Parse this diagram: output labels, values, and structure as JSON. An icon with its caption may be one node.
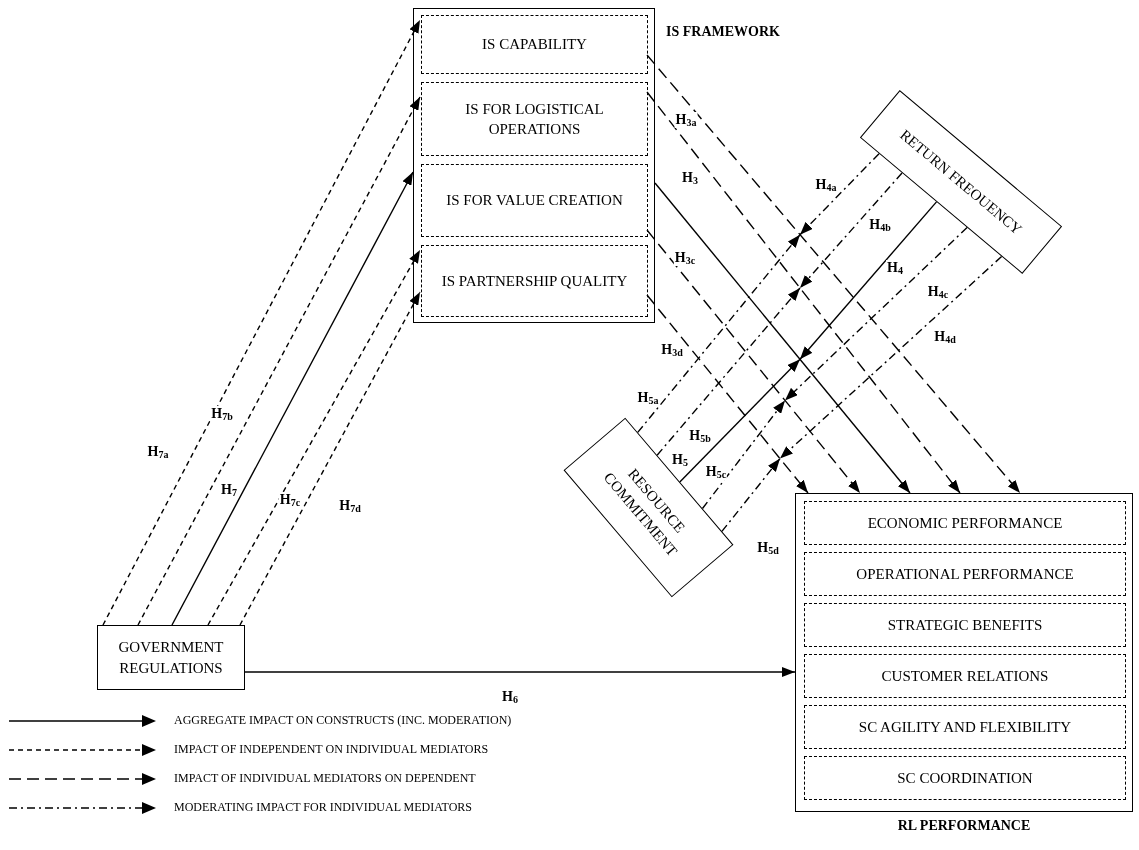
{
  "diagram": {
    "nodes": [
      {
        "text": [
          "IS FRAMEWORK"
        ]
      },
      {
        "text": [
          "IS CAPABILITY"
        ],
        "in": 0
      },
      {
        "text": [
          "IS FOR LOGISTICAL OPERATIONS"
        ],
        "in": 0
      },
      {
        "text": [
          "IS FOR VALUE CREATION"
        ],
        "in": 0
      },
      {
        "text": [
          "IS PARTNERSHIP QUALITY"
        ],
        "in": 0
      },
      {
        "text": [
          "RETURN FREOUENCY"
        ]
      },
      {
        "text": [
          "RESOURCE COMMITMENT"
        ]
      },
      {
        "text": [
          "GOVERNMENT REGULATIONS"
        ]
      },
      {
        "text": [
          "RL PERFORMANCE"
        ]
      },
      {
        "text": [
          "ECONOMIC PERFORMANCE"
        ],
        "in": 8
      },
      {
        "text": [
          "OPERATIONAL PERFORMANCE"
        ],
        "in": 8
      },
      {
        "text": [
          "STRATEGIC BENEFITS"
        ],
        "in": 8
      },
      {
        "text": [
          "CUSTOMER RELATIONS"
        ],
        "in": 8
      },
      {
        "text": [
          "SC AGILITY AND FLEXIBILITY"
        ],
        "in": 8
      },
      {
        "text": [
          "SC COORDINATION"
        ],
        "in": 8
      }
    ],
    "edges": [
      {
        "from": 7,
        "to": 1,
        "arrow": "to",
        "label": "H$_{7a}$",
        "style": "dashed"
      },
      {
        "from": 7,
        "to": 2,
        "arrow": "to",
        "label": "H$_{7b}$",
        "style": "dashed"
      },
      {
        "from": 7,
        "to": 0,
        "arrow": "to",
        "label": "H$_{7}$"
      },
      {
        "from": 7,
        "to": 3,
        "arrow": "to",
        "label": "H$_{7c}$",
        "style": "dashed"
      },
      {
        "from": 7,
        "to": 4,
        "arrow": "to",
        "label": "H$_{7d}$",
        "style": "dashed"
      },
      {
        "from": 7,
        "to": 8,
        "arrow": "to",
        "label": "H$_{6}$"
      },
      {
        "from": 1,
        "to": 8,
        "arrow": "to",
        "label": "H$_{3a}$",
        "style": "dashed"
      },
      {
        "from": 2,
        "to": 8,
        "arrow": "to",
        "style": "dashed"
      },
      {
        "from": 0,
        "to": 8,
        "arrow": "to",
        "label": "H$_{3}$"
      },
      {
        "from": 3,
        "to": 8,
        "arrow": "to",
        "label": "H$_{3c}$",
        "style": "dashed"
      },
      {
        "from": 4,
        "to": 8,
        "arrow": "to",
        "label": "H$_{3d}$",
        "style": "dashed"
      },
      {
        "from": 5,
        "to": null,
        "arrow": "to",
        "label": "H$_{4a}$",
        "style": "dashed"
      },
      {
        "from": 5,
        "to": null,
        "arrow": "to",
        "label": "H$_{4b}$",
        "style": "dashed"
      },
      {
        "from": 5,
        "to": null,
        "arrow": "to",
        "label": "H$_{4}$"
      },
      {
        "from": 5,
        "to": null,
        "arrow": "to",
        "label": "H$_{4c}$",
        "style": "dashed"
      },
      {
        "from": 5,
        "to": null,
        "arrow": "to",
        "label": "H$_{4d}$",
        "style": "dashed"
      },
      {
        "from": 6,
        "to": null,
        "arrow": "to",
        "label": "H$_{5a}$",
        "style": "dashed"
      },
      {
        "from": 6,
        "to": null,
        "arrow": "to",
        "label": "H$_{5b}$",
        "style": "dashed"
      },
      {
        "from": 6,
        "to": null,
        "arrow": "to",
        "label": "H$_{5}$"
      },
      {
        "from": 6,
        "to": null,
        "arrow": "to",
        "label": "H$_{5c}$",
        "style": "dashed"
      },
      {
        "from": 6,
        "to": null,
        "arrow": "to",
        "label": "H$_{5d}$",
        "style": "dashed"
      }
    ],
    "legend": [
      {
        "text": "AGGREGATE IMPACT ON CONSTRUCTS (INC. MODERATION)"
      },
      {
        "text": "IMPACT OF INDEPENDENT ON INDIVIDUAL MEDIATORS"
      },
      {
        "text": "IMPACT OF INDIVIDUAL MEDIATORS ON DEPENDENT"
      },
      {
        "text": "MODERATING IMPACT FOR INDIVIDUAL MEDIATORS"
      }
    ]
  }
}
